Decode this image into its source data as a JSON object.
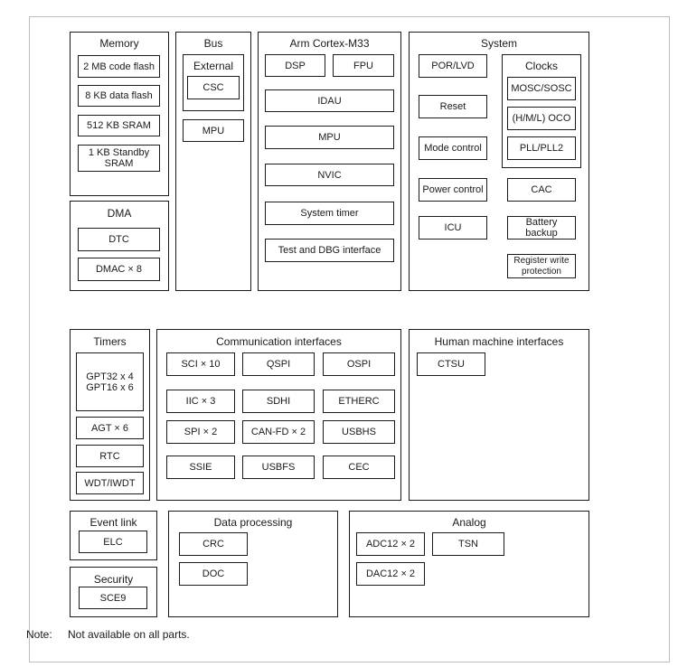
{
  "memory": {
    "title": "Memory",
    "items": [
      "2 MB code flash",
      "8 KB data flash",
      "512 KB SRAM",
      "1 KB Standby\nSRAM"
    ]
  },
  "bus": {
    "title": "Bus",
    "external_title": "External",
    "csc": "CSC",
    "mpu": "MPU"
  },
  "cpu": {
    "title": "Arm Cortex-M33",
    "dsp": "DSP",
    "fpu": "FPU",
    "idau": "IDAU",
    "mpu": "MPU",
    "nvic": "NVIC",
    "system_timer": "System timer",
    "test_dbg": "Test and DBG interface"
  },
  "system": {
    "title": "System",
    "por_lvd": "POR/LVD",
    "reset": "Reset",
    "mode_control": "Mode control",
    "power_control": "Power control",
    "icu": "ICU",
    "clocks_title": "Clocks",
    "clocks": [
      "MOSC/SOSC",
      "(H/M/L) OCO",
      "PLL/PLL2"
    ],
    "cac": "CAC",
    "battery_backup": "Battery backup",
    "register_write_protection": "Register write\nprotection"
  },
  "dma": {
    "title": "DMA",
    "dtc": "DTC",
    "dmac": "DMAC × 8"
  },
  "timers": {
    "title": "Timers",
    "gpt": "GPT32 x 4\nGPT16 x 6",
    "agt": "AGT × 6",
    "rtc": "RTC",
    "wdt": "WDT/IWDT"
  },
  "comm": {
    "title": "Communication interfaces",
    "items": [
      "SCI × 10",
      "QSPI",
      "OSPI",
      "IIC × 3",
      "SDHI",
      "ETHERC",
      "SPI × 2",
      "CAN-FD × 2",
      "USBHS",
      "SSIE",
      "USBFS",
      "CEC"
    ]
  },
  "hmi": {
    "title": "Human machine interfaces",
    "ctsu": "CTSU"
  },
  "event_link": {
    "title": "Event link",
    "elc": "ELC"
  },
  "data_processing": {
    "title": "Data processing",
    "crc": "CRC",
    "doc": "DOC"
  },
  "analog": {
    "title": "Analog",
    "adc": "ADC12 × 2",
    "tsn": "TSN",
    "dac": "DAC12 × 2"
  },
  "security": {
    "title": "Security",
    "sce": "SCE9"
  },
  "note": {
    "label": "Note:",
    "text": "Not available on all parts."
  }
}
